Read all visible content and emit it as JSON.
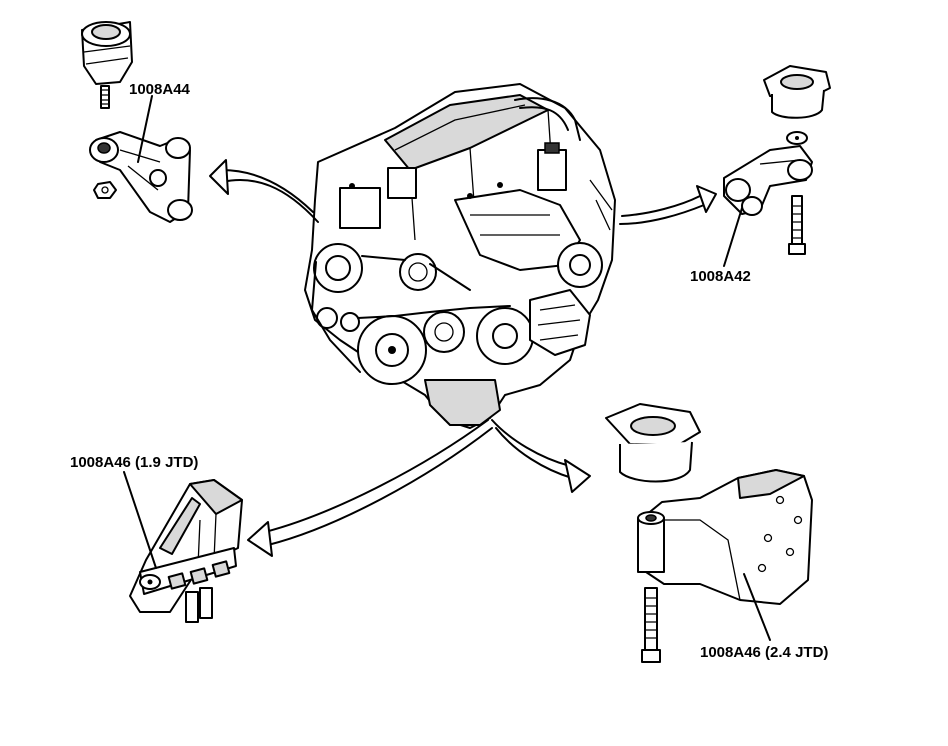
{
  "labels": {
    "part_top_left": "1008A44",
    "part_top_right": "1008A42",
    "part_bottom_left": "1008A46 (1.9 JTD)",
    "part_bottom_right": "1008A46 (2.4 JTD)"
  }
}
